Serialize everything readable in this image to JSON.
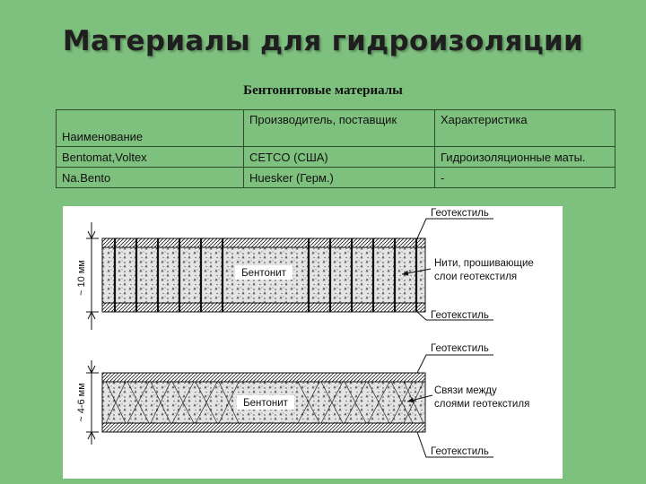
{
  "title": "Материалы для гидроизоляции",
  "subtitle": "Бентонитовые материалы",
  "table": {
    "headers": [
      "Наименование",
      "Производитель, поставщик",
      "Характеристика"
    ],
    "rows": [
      [
        "Bentomat,Voltex",
        "CETCO (США)",
        "Гидроизоляционные маты."
      ],
      [
        "Na.Bento",
        "Huesker (Герм.)",
        "-"
      ]
    ]
  },
  "diagram": {
    "top": {
      "thickness": "~ 10 мм",
      "core_label": "Бентонит",
      "callout_top": "Геотекстиль",
      "callout_mid_line1": "Нити, прошивающие",
      "callout_mid_line2": "слои геотекстиля",
      "callout_bottom": "Геотекстиль"
    },
    "bottom": {
      "thickness": "~ 4-6 мм",
      "core_label": "Бентонит",
      "callout_top": "Геотекстиль",
      "callout_mid_line1": "Связи между",
      "callout_mid_line2": "слоями геотекстиля",
      "callout_bottom": "Геотекстиль"
    }
  }
}
